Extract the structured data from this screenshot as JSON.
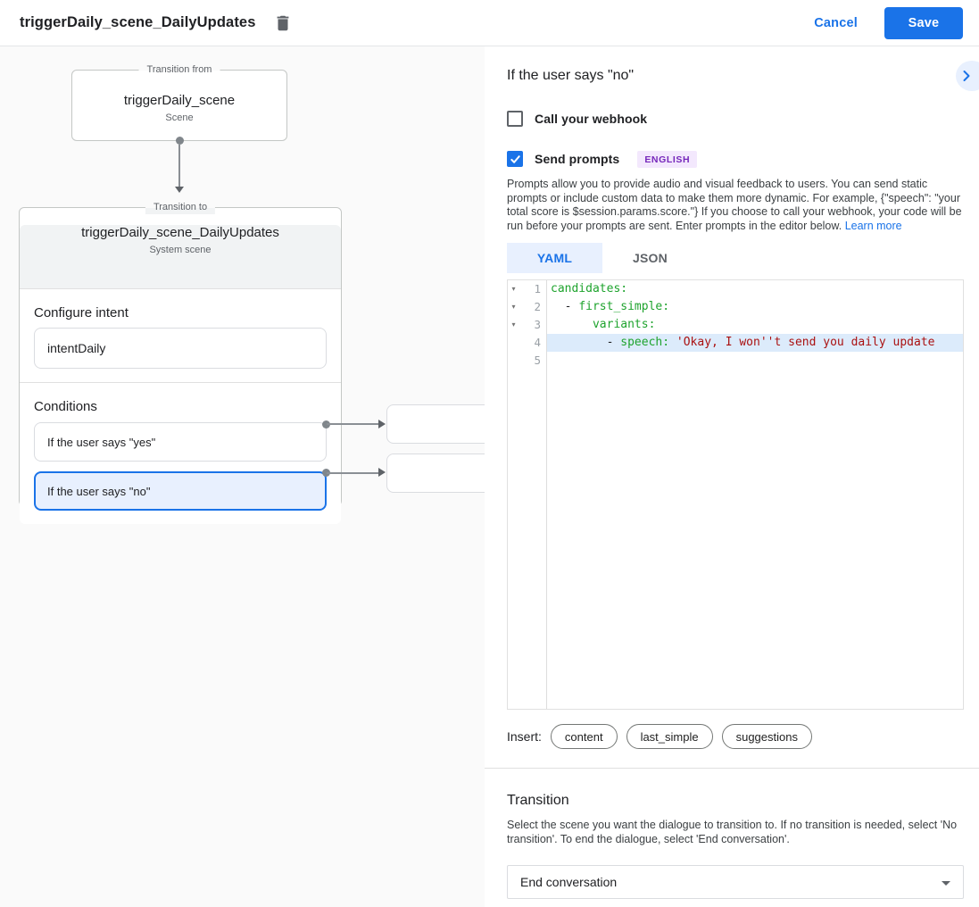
{
  "header": {
    "title": "triggerDaily_scene_DailyUpdates",
    "cancel_label": "Cancel",
    "save_label": "Save"
  },
  "canvas": {
    "from_box": {
      "legend": "Transition from",
      "title": "triggerDaily_scene",
      "subtitle": "Scene"
    },
    "to_box": {
      "legend": "Transition to",
      "title": "triggerDaily_scene_DailyUpdates",
      "subtitle": "System scene",
      "configure_intent_label": "Configure intent",
      "intent_value": "intentDaily",
      "conditions_label": "Conditions",
      "conditions": [
        {
          "label": "If the user says \"yes\"",
          "selected": false
        },
        {
          "label": "If the user says \"no\"",
          "selected": true
        }
      ]
    }
  },
  "panel": {
    "title": "If the user says \"no\"",
    "webhook": {
      "label": "Call your webhook",
      "checked": false
    },
    "send_prompts": {
      "label": "Send prompts",
      "checked": true,
      "badge": "ENGLISH"
    },
    "description": "Prompts allow you to provide audio and visual feedback to users. You can send static prompts or include custom data to make them more dynamic. For example, {\"speech\": \"your total score is $session.params.score.\"} If you choose to call your webhook, your code will be run before your prompts are sent. Enter prompts in the editor below.",
    "learn_more": "Learn more",
    "tabs": [
      {
        "label": "YAML",
        "active": true
      },
      {
        "label": "JSON",
        "active": false
      }
    ],
    "editor": {
      "lines": [
        {
          "num": 1,
          "fold": true,
          "highlight": false,
          "segments": [
            {
              "t": "candidates:",
              "c": "key"
            }
          ]
        },
        {
          "num": 2,
          "fold": true,
          "highlight": false,
          "segments": [
            {
              "t": "  - ",
              "c": "plain"
            },
            {
              "t": "first_simple:",
              "c": "key"
            }
          ]
        },
        {
          "num": 3,
          "fold": true,
          "highlight": false,
          "segments": [
            {
              "t": "      ",
              "c": "plain"
            },
            {
              "t": "variants:",
              "c": "key"
            }
          ]
        },
        {
          "num": 4,
          "fold": false,
          "highlight": true,
          "segments": [
            {
              "t": "        - ",
              "c": "plain"
            },
            {
              "t": "speech:",
              "c": "key"
            },
            {
              "t": " ",
              "c": "plain"
            },
            {
              "t": "'Okay, I won''t send you daily update",
              "c": "string"
            }
          ]
        },
        {
          "num": 5,
          "fold": false,
          "highlight": false,
          "segments": []
        }
      ]
    },
    "insert": {
      "label": "Insert:",
      "chips": [
        "content",
        "last_simple",
        "suggestions"
      ]
    },
    "transition": {
      "title": "Transition",
      "description": "Select the scene you want the dialogue to transition to. If no transition is needed, select 'No transition'. To end the dialogue, select 'End conversation'.",
      "dropdown_value": "End conversation"
    }
  },
  "colors": {
    "accent": "#1a73e8",
    "selected_condition_bg": "#e8f0fe",
    "badge_bg": "#f3e8fd",
    "badge_text": "#7627bb",
    "code_key": "#1ea32d",
    "code_string": "#aa1111",
    "line_highlight": "#dcebfb",
    "canvas_bg": "#fafafa"
  }
}
